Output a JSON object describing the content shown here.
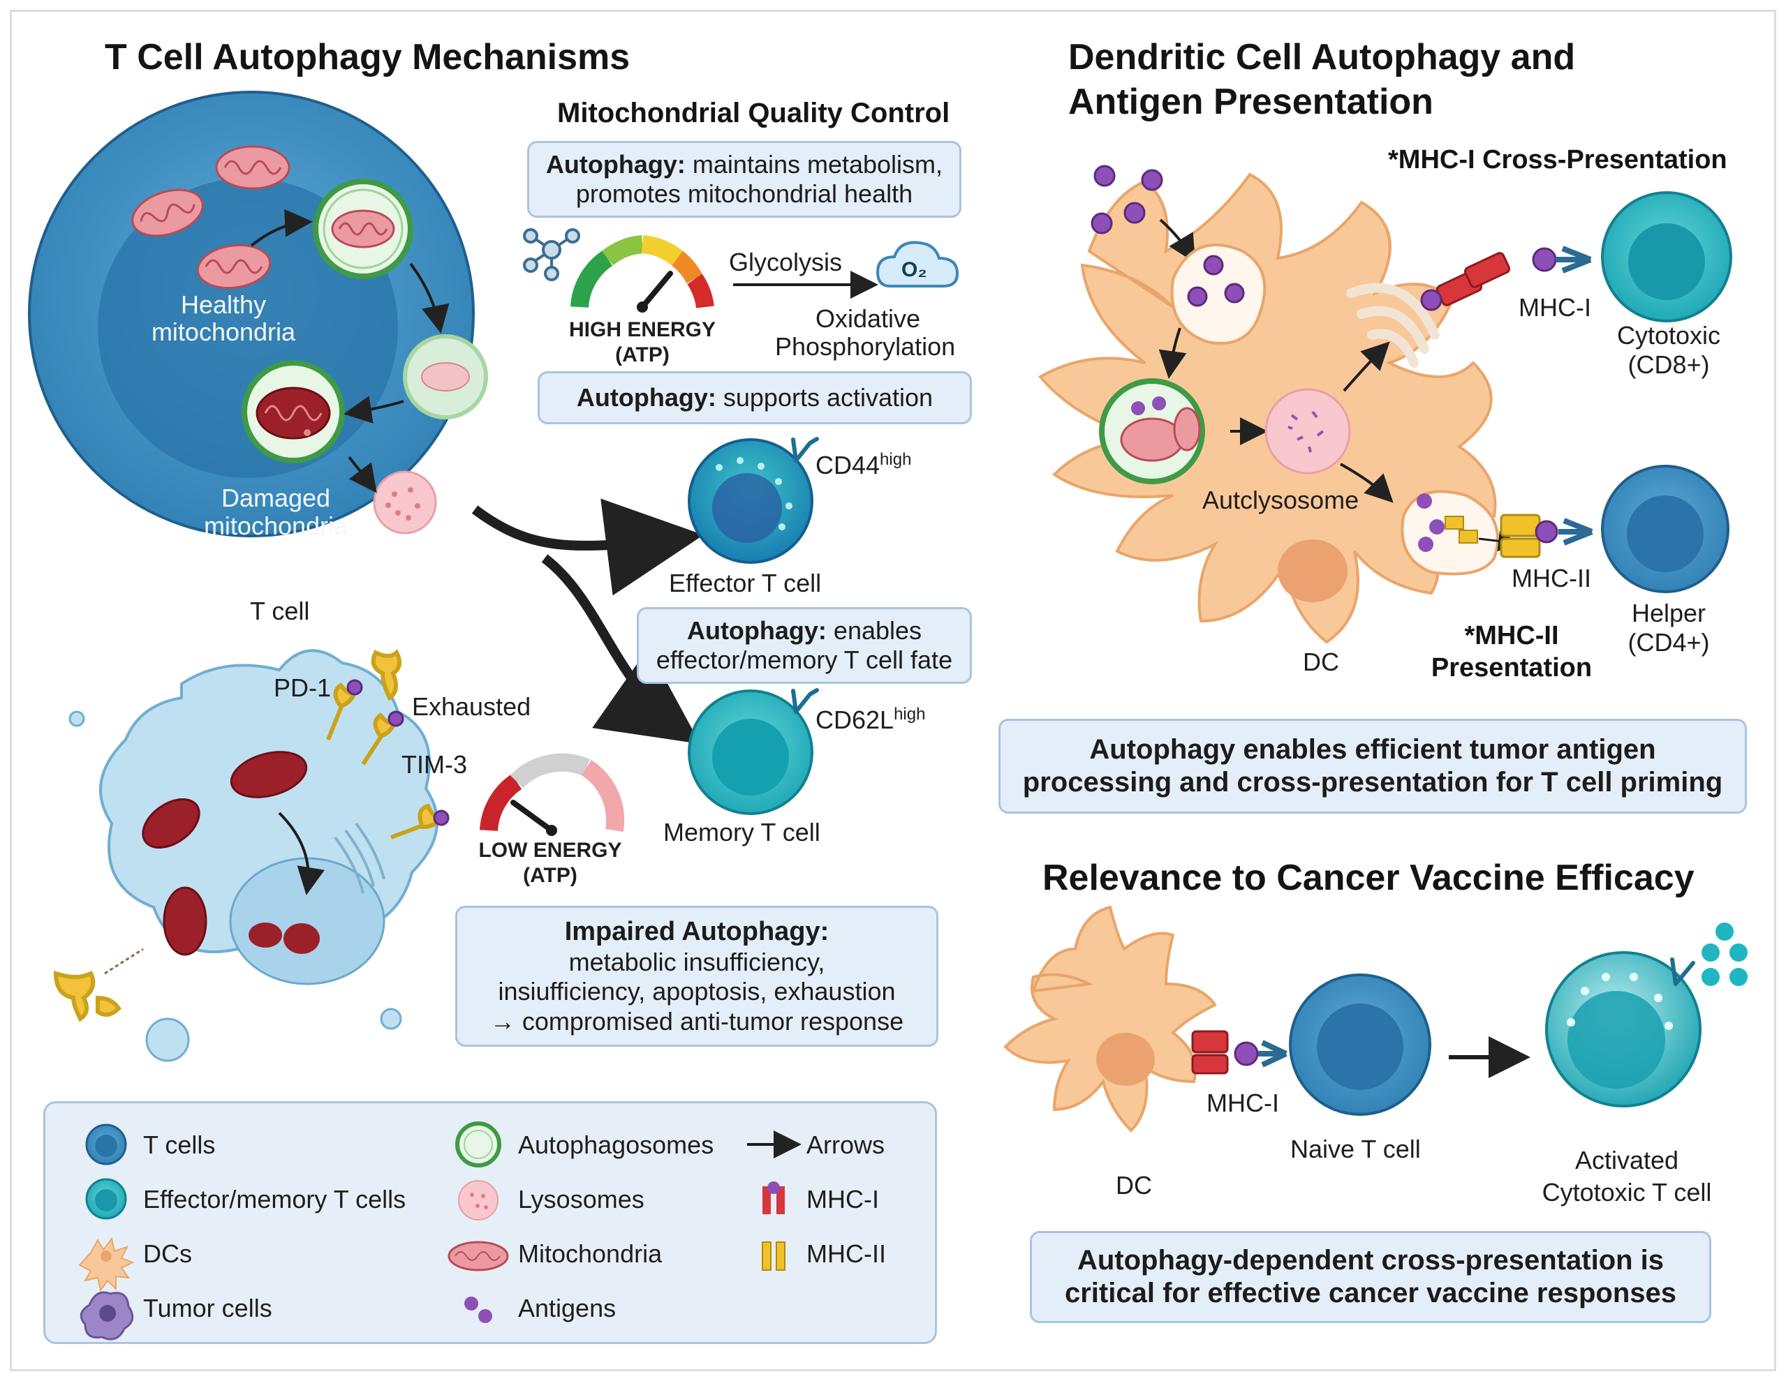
{
  "titles": {
    "t_cell_mechanisms": "T Cell Autophagy Mechanisms",
    "mito_qc": "Mitochondrial Quality Control",
    "dc_line1": "Dendritic Cell Autophagy and",
    "dc_line2": "Antigen Presentation",
    "vaccine": "Relevance to Cancer Vaccine Efficacy"
  },
  "t_cell_panel": {
    "healthy_1": "Healthy",
    "healthy_2": "mitochondria",
    "damaged_1": "Damaged",
    "damaged_2": "mitochondria",
    "t_cell": "T cell",
    "box1_bold": "Autophagy:",
    "box1_rest": " maintains metabolism,",
    "box1_line2": "promotes mitochondrial health",
    "glycolysis": "Glycolysis",
    "o2": "O₂",
    "oxidative_1": "Oxidative",
    "oxidative_2": "Phosphorylation",
    "high_energy_1": "HIGH ENERGY",
    "high_energy_2": "(ATP)",
    "box2_bold": "Autophagy:",
    "box2_rest": " supports activation",
    "cd44": "CD44",
    "cd44_sup": "high",
    "effector": "Effector T cell",
    "box3_bold": "Autophagy:",
    "box3_rest": " enables",
    "box3_line2": "effector/memory T cell fate",
    "cd62l": "CD62L",
    "cd62l_sup": "high",
    "memory": "Memory T cell",
    "pd1": "PD-1",
    "exhausted": "Exhausted",
    "tim3": "TIM-3",
    "low_energy_1": "LOW ENERGY",
    "low_energy_2": "(ATP)",
    "box4_title": "Impaired Autophagy:",
    "box4_l1": "metabolic insufficiency,",
    "box4_l2": "insiufficiency, apoptosis, exhaustion",
    "box4_l3": "→ compromised anti-tumor response"
  },
  "dc_panel": {
    "mhc1_cross": "*MHC-I Cross-Presentation",
    "mhc1": "MHC-I",
    "cytotoxic_1": "Cytotoxic",
    "cytotoxic_2": "(CD8+)",
    "autolysosome": "Autclysosome",
    "mhc2": "MHC-II",
    "helper_1": "Helper",
    "helper_2": "(CD4+)",
    "mhc2_pres_1": "*MHC-II",
    "mhc2_pres_2": "Presentation",
    "dc": "DC",
    "box_l1": "Autophagy enables efficient tumor antigen",
    "box_l2": "processing and cross-presentation for T cell priming"
  },
  "vaccine_panel": {
    "mhc1": "MHC-I",
    "naive": "Naive T cell",
    "dc": "DC",
    "activated_1": "Activated",
    "activated_2": "Cytotoxic T cell",
    "box_l1": "Autophagy-dependent cross-presentation is",
    "box_l2": "critical for effective cancer vaccine responses"
  },
  "legend": {
    "items": [
      {
        "label": "T cells",
        "icon": "t-cell-icon"
      },
      {
        "label": "Effector/memory T cells",
        "icon": "effector-memory-icon"
      },
      {
        "label": "DCs",
        "icon": "dc-icon"
      },
      {
        "label": "Tumor cells",
        "icon": "tumor-cell-icon"
      },
      {
        "label": "Autophagosomes",
        "icon": "autophagosome-icon"
      },
      {
        "label": "Lysosomes",
        "icon": "lysosome-icon"
      },
      {
        "label": "Mitochondria",
        "icon": "mitochondria-icon"
      },
      {
        "label": "Antigens",
        "icon": "antigen-icon"
      },
      {
        "label": "Arrows",
        "icon": "arrow-icon"
      },
      {
        "label": "MHC-I",
        "icon": "mhc1-icon"
      },
      {
        "label": "MHC-II",
        "icon": "mhc2-icon"
      }
    ]
  },
  "colors": {
    "t_cell": "#2e7fb3",
    "effector": "#1fa4b6",
    "dc": "#f7c79a",
    "mito": "#e58a92",
    "damaged_mito": "#a3252d",
    "autophagosome": "#5bb85a",
    "lysosome": "#f6c2c8",
    "antigen": "#8e4fb8",
    "mhc1": "#d7363b",
    "mhc2": "#f0c22a",
    "box_fill": "#e4eef8",
    "box_border": "#a9c4de"
  }
}
